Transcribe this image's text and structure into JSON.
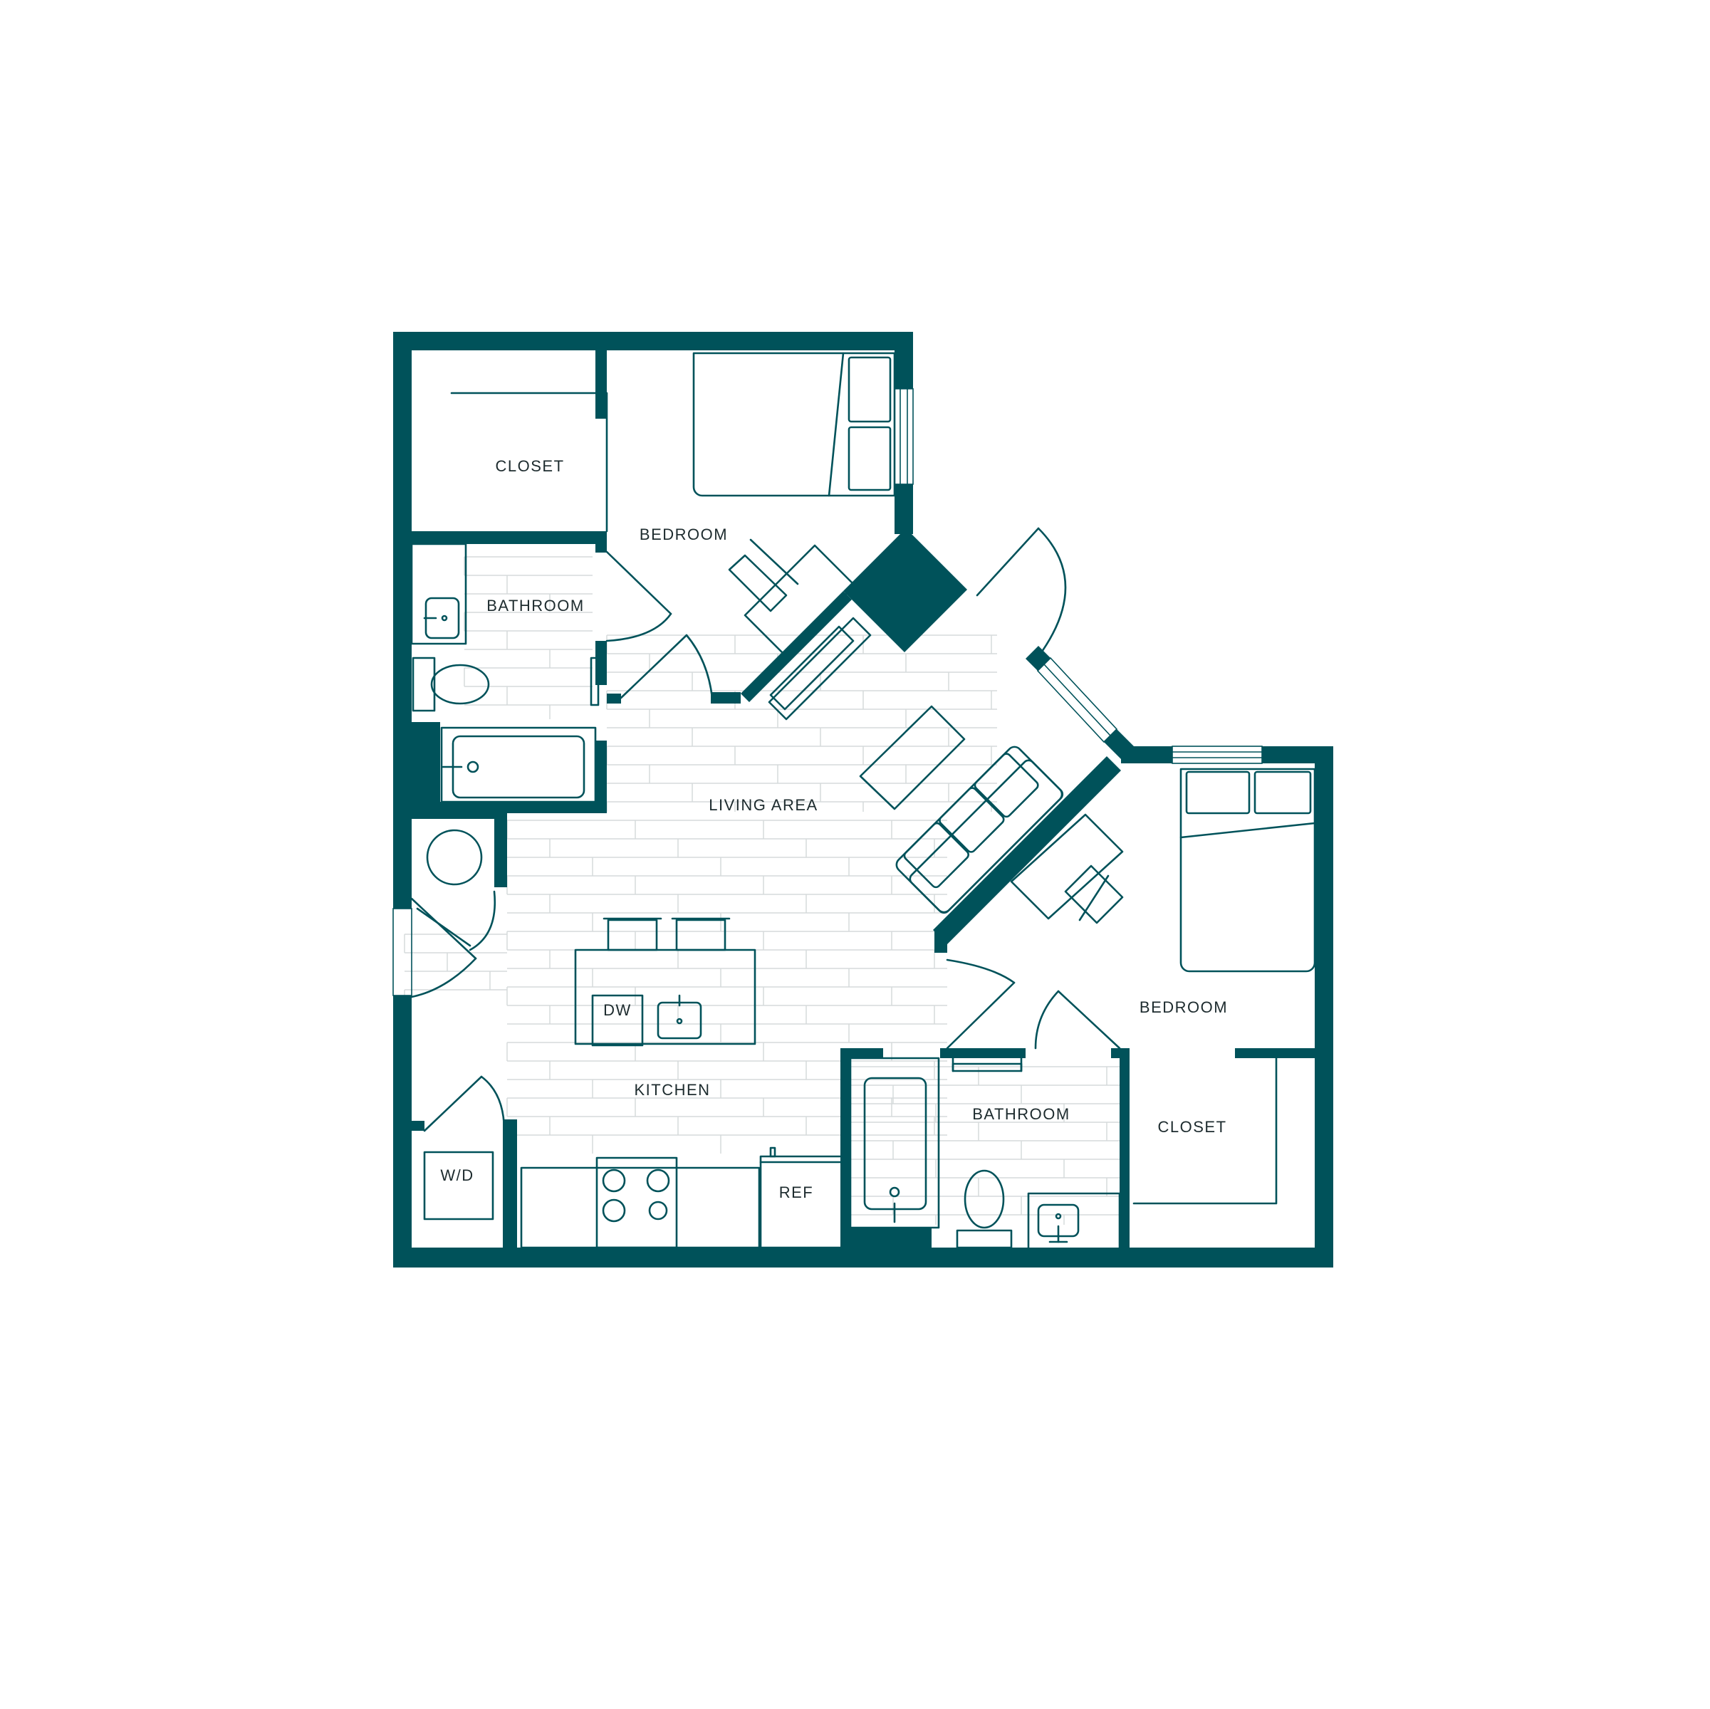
{
  "colors": {
    "wall": "#00525a",
    "floor": "#d6dadb",
    "background": "#ffffff"
  },
  "rooms": {
    "closet_1": "CLOSET",
    "bedroom_1": "BEDROOM",
    "bathroom_1": "BATHROOM",
    "living_area": "LIVING AREA",
    "kitchen": "KITCHEN",
    "bedroom_2": "BEDROOM",
    "bathroom_2": "BATHROOM",
    "closet_2": "CLOSET"
  },
  "appliances": {
    "dishwasher": "DW",
    "washer_dryer": "W/D",
    "refrigerator": "REF"
  }
}
